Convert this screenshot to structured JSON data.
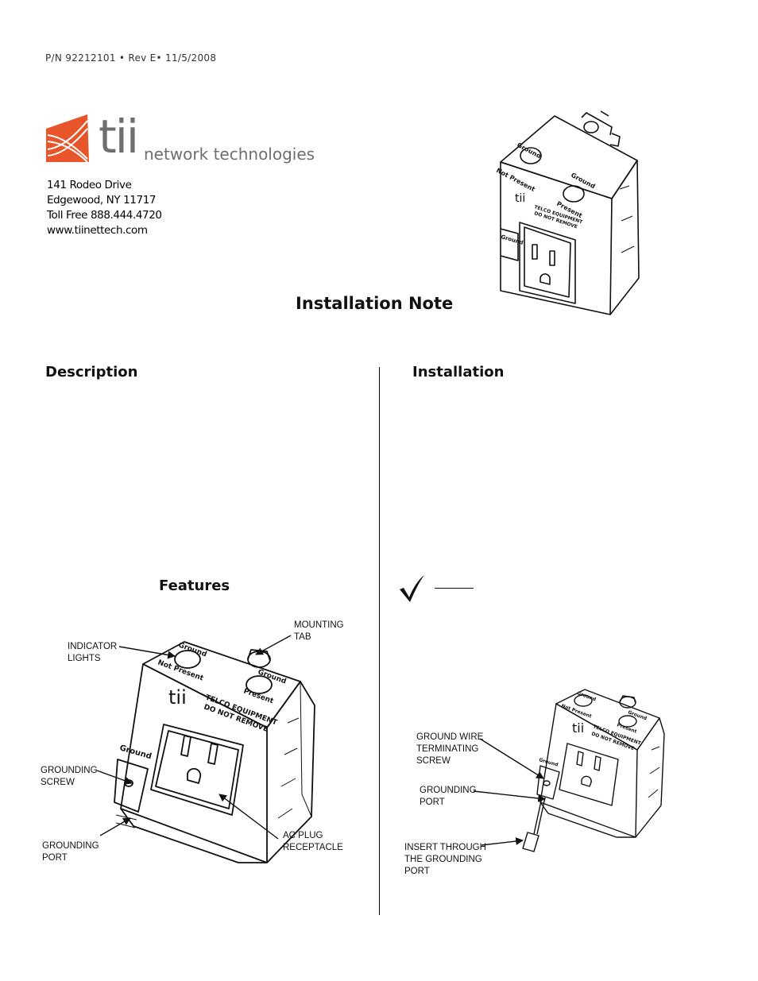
{
  "header": {
    "part_number": "P/N 92212101 • Rev E• 11/5/2008"
  },
  "brand": {
    "logo_icon": "tii-flame-logo-icon",
    "name": "tii",
    "tagline": "network technologies",
    "accent_color": "#e8552a",
    "text_color": "#6e6e6e"
  },
  "address": {
    "street": "141 Rodeo Drive",
    "city": "Edgewood, NY 11717",
    "phone": "Toll Free 888.444.4720",
    "website": "www.tiinettech.com"
  },
  "document_title": "Installation Note",
  "sections": {
    "description": "Description",
    "features": "Features",
    "installation": "Installation"
  },
  "device_labels": {
    "ground": "Ground",
    "not_present": "Not Present",
    "present": "Present",
    "brand": "tii",
    "warning_line1": "TELCO EQUIPMENT",
    "warning_line2": "DO NOT REMOVE"
  },
  "features_callouts": {
    "mounting_tab": [
      "MOUNTING",
      "TAB"
    ],
    "indicator_lights": [
      "INDICATOR",
      "LIGHTS"
    ],
    "grounding_screw": [
      "GROUNDING",
      "SCREW"
    ],
    "grounding_port": [
      "GROUNDING",
      "PORT"
    ],
    "ac_plug": [
      "AC PLUG",
      "RECEPTACLE"
    ]
  },
  "installation_callouts": {
    "ground_wire": [
      "GROUND WIRE",
      "TERMINATING",
      "SCREW"
    ],
    "grounding_port": [
      "GROUNDING",
      "PORT"
    ],
    "insert_through": [
      "INSERT THROUGH",
      "THE GROUNDING",
      "PORT"
    ]
  },
  "icons": {
    "check": "checkmark-icon"
  }
}
